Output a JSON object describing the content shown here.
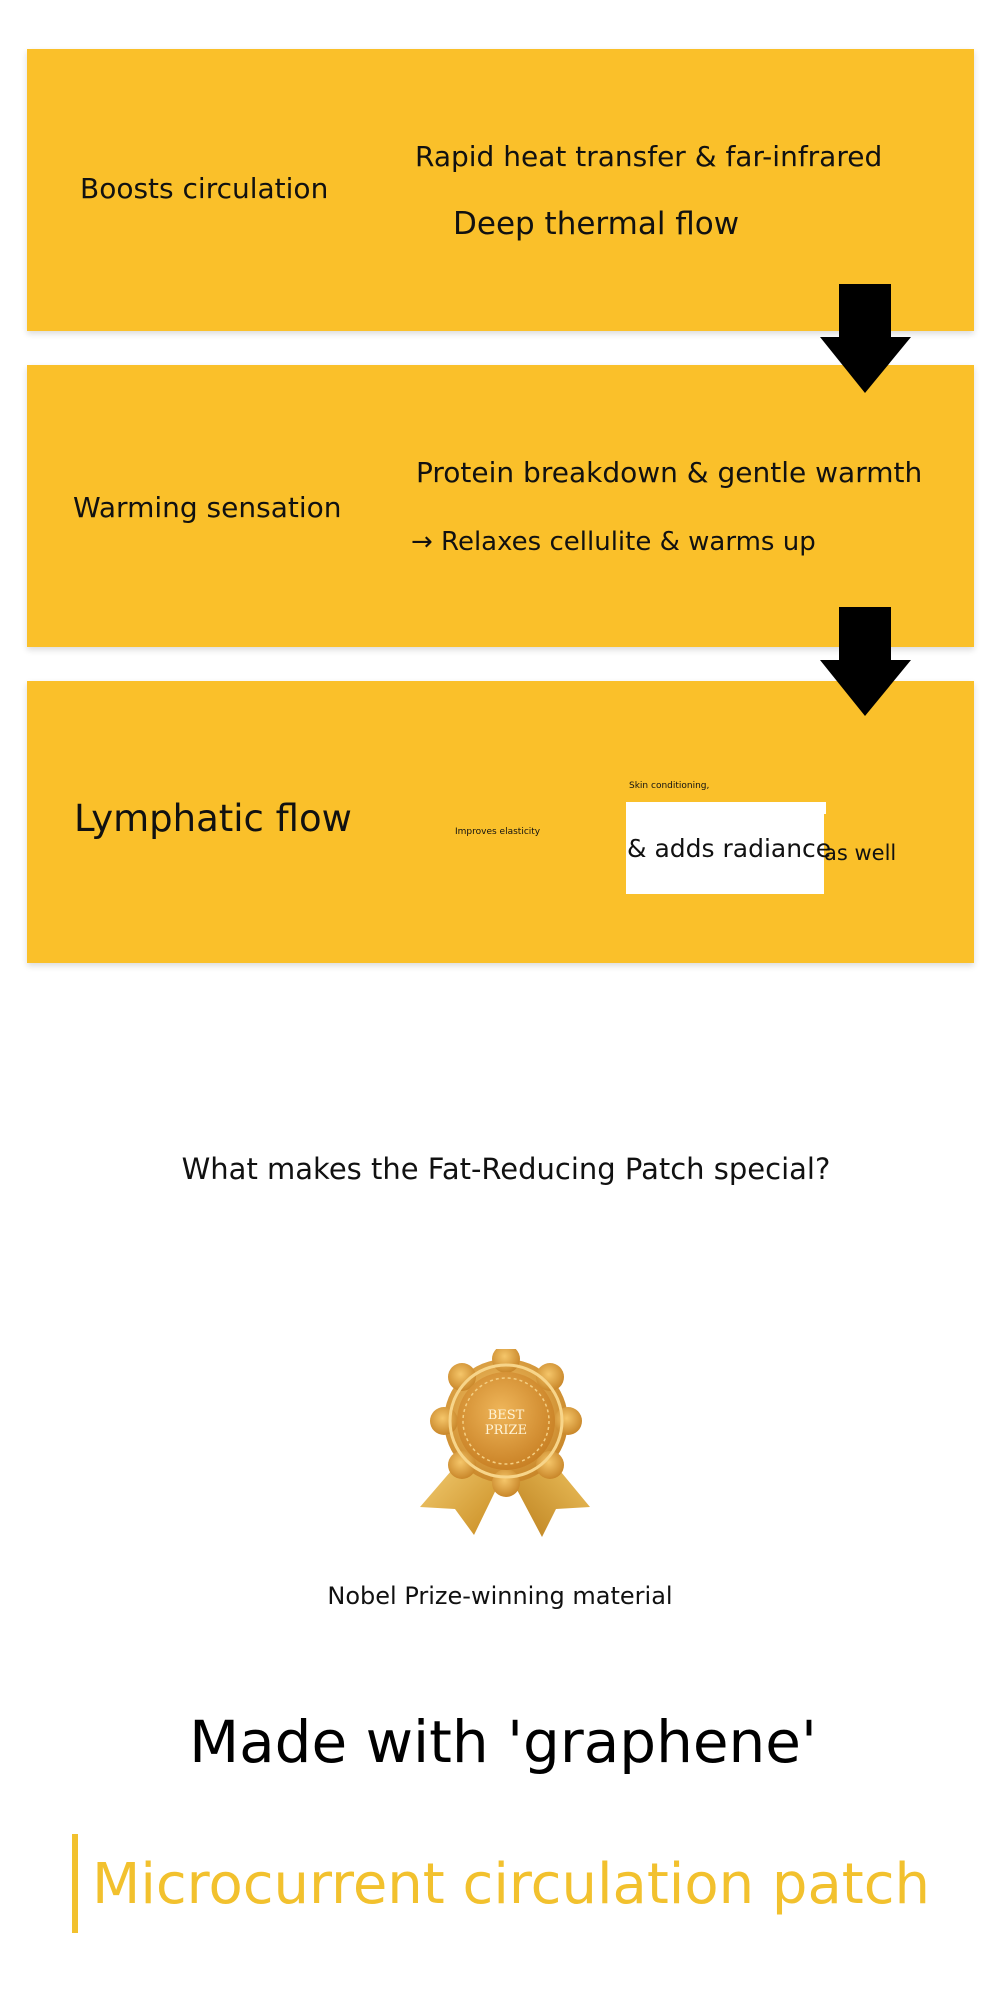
{
  "panels": [
    {
      "left_label": "Boosts circulation",
      "line1": "Rapid heat transfer & far-infrared",
      "line2": "Deep thermal flow"
    },
    {
      "left_label": "Warming sensation",
      "line1": "Protein breakdown & gentle warmth",
      "line2": "→ Relaxes cellulite & warms up"
    },
    {
      "left_label": "Lymphatic flow",
      "small_left": "Improves elasticity",
      "small_top": "Skin conditioning,",
      "boxed": "& adds radiance",
      "tail": "as well"
    }
  ],
  "question": "What makes the Fat-Reducing Patch special?",
  "award_caption": "Nobel Prize-winning material",
  "award_badge_text": [
    "BEST",
    "PRIZE"
  ],
  "headline": "Made with 'graphene'",
  "subheadline": "Microcurrent circulation patch",
  "colors": {
    "panel": "#FAC02A",
    "accent": "#F2C12E",
    "gold": "#D9A033",
    "text": "#111111"
  }
}
